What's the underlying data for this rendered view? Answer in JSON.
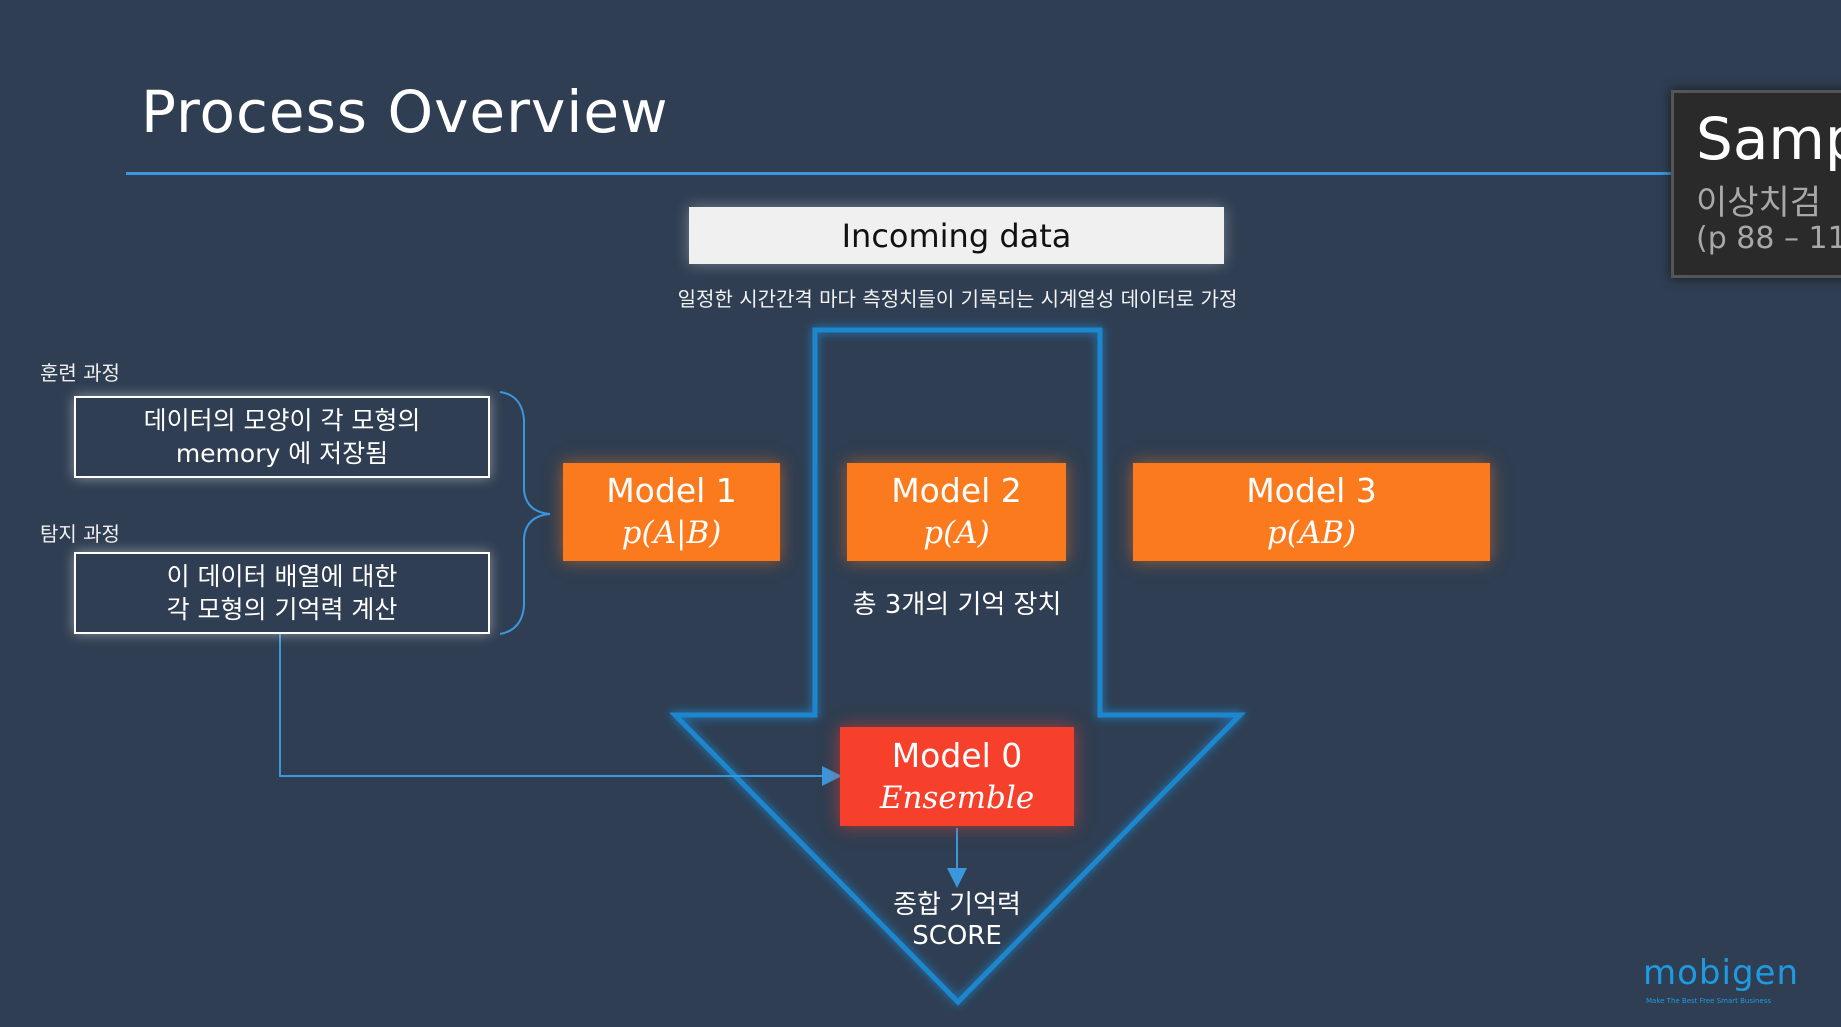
{
  "slide": {
    "title": "Process Overview",
    "incoming": {
      "label": "Incoming data",
      "caption": "일정한 시간간격 마다 측정치들이 기록되는 시계열성 데이터로 가정"
    },
    "training": {
      "label": "훈련 과정",
      "box_line1": "데이터의 모양이 각 모형의",
      "box_line2": "memory 에 저장됨"
    },
    "detection": {
      "label": "탐지 과정",
      "box_line1": "이 데이터 배열에 대한",
      "box_line2": "각 모형의 기억력 계산"
    },
    "models": [
      {
        "name": "Model 1",
        "formula": "p(A|B)"
      },
      {
        "name": "Model 2",
        "formula": "p(A)"
      },
      {
        "name": "Model 3",
        "formula": "p(AB)"
      }
    ],
    "memory_caption": "총 3개의 기억 장치",
    "ensemble": {
      "name": "Model 0",
      "formula": "Ensemble"
    },
    "score": {
      "line1": "종합 기억력",
      "line2": "SCORE"
    },
    "side_panel": {
      "line1": "Samp",
      "line2": "이상치검",
      "line3": "(p 88 – 11"
    },
    "logo": {
      "text": "mobigen",
      "tagline": "Make The Best Free Smart Business"
    }
  },
  "colors": {
    "background": "#2f3e52",
    "accent_blue": "#3a97dc",
    "model_orange": "#fb7a1e",
    "ensemble_red": "#f7402c"
  }
}
